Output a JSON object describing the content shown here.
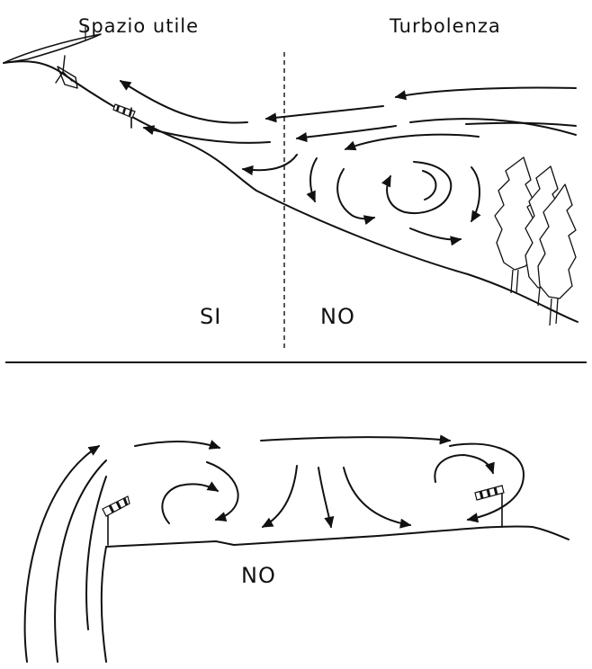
{
  "labels": {
    "useful_space": "Spazio utile",
    "turbulence": "Turbolenza",
    "yes": "SI",
    "no_top": "NO",
    "no_bottom": "NO"
  },
  "colors": {
    "ink": "#111111",
    "paper": "#ffffff"
  },
  "icons": {
    "pilot": "hang-glider-pilot-icon",
    "windsock": "windsock-icon",
    "trees": "cypress-trees-icon"
  }
}
